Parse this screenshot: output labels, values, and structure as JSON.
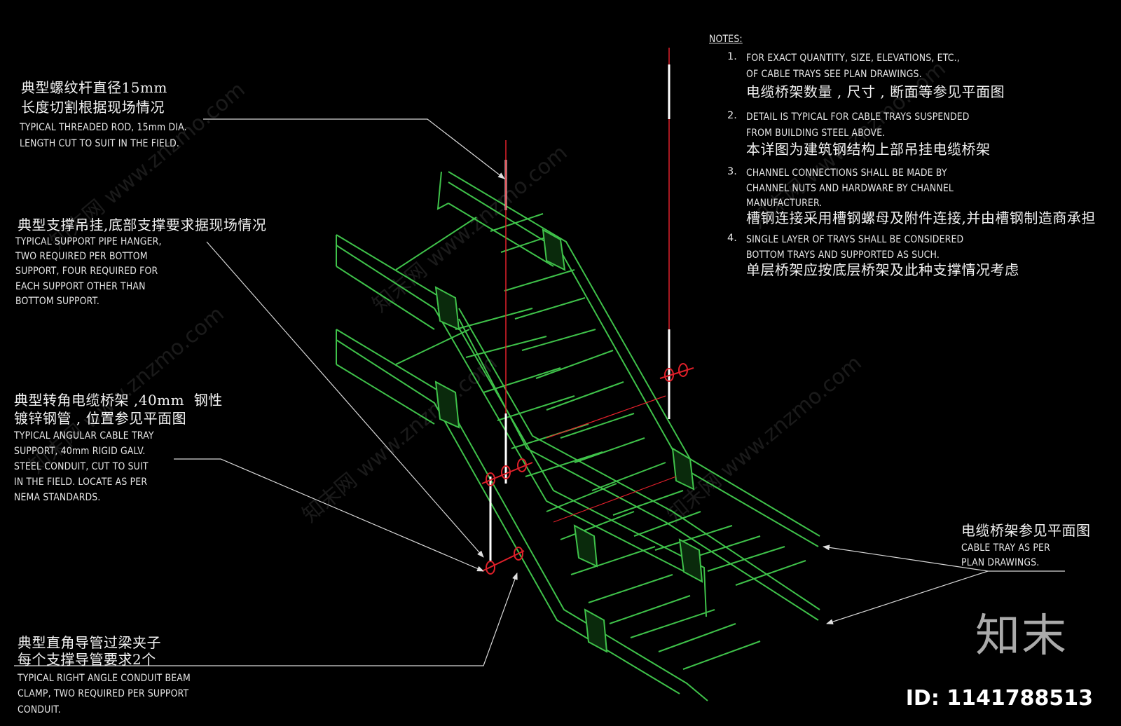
{
  "labels": {
    "rod": {
      "cn": [
        "典型螺纹杆直径15mm",
        "长度切割根据现场情况"
      ],
      "en": [
        "TYPICAL THREADED ROD, 15mm DIA.",
        "LENGTH CUT TO SUIT IN THE FIELD."
      ]
    },
    "hanger": {
      "cn": [
        "典型支撑吊挂,底部支撑要求据现场情况"
      ],
      "en": [
        "TYPICAL SUPPORT PIPE HANGER,",
        "TWO REQUIRED PER BOTTOM",
        "SUPPORT, FOUR REQUIRED FOR",
        "EACH SUPPORT OTHER THAN",
        "BOTTOM SUPPORT."
      ]
    },
    "angular": {
      "cn": [
        "典型转角电缆桥架 ,40mm  钢性",
        "镀锌钢管 , 位置参见平面图"
      ],
      "en": [
        "TYPICAL ANGULAR CABLE TRAY",
        "SUPPORT, 40mm RIGID GALV.",
        "STEEL CONDUIT, CUT TO SUIT",
        "IN THE FIELD. LOCATE AS PER",
        "NEMA STANDARDS."
      ]
    },
    "clamp": {
      "cn": [
        "典型直角导管过梁夹子",
        "每个支撑导管要求2个"
      ],
      "en": [
        "TYPICAL RIGHT ANGLE CONDUIT BEAM",
        "CLAMP, TWO REQUIRED PER SUPPORT",
        "CONDUIT."
      ]
    },
    "tray": {
      "cn": [
        "电缆桥架参见平面图"
      ],
      "en": [
        "CABLE TRAY AS PER",
        "PLAN DRAWINGS."
      ]
    }
  },
  "notes": {
    "heading": "NOTES:",
    "items": [
      {
        "num": "1.",
        "en": [
          "FOR EXACT QUANTITY, SIZE, ELEVATIONS, ETC.,",
          "OF CABLE TRAYS SEE PLAN DRAWINGS."
        ],
        "cn": [
          "电缆桥架数量 , 尺寸 , 断面等参见平面图"
        ]
      },
      {
        "num": "2.",
        "en": [
          "DETAIL IS TYPICAL FOR CABLE TRAYS SUSPENDED",
          "FROM BUILDING STEEL ABOVE."
        ],
        "cn": [
          "本详图为建筑钢结构上部吊挂电缆桥架"
        ]
      },
      {
        "num": "3.",
        "en": [
          "CHANNEL CONNECTIONS SHALL BE MADE BY",
          "CHANNEL NUTS AND HARDWARE BY CHANNEL",
          "MANUFACTURER."
        ],
        "cn": [
          "槽钢连接采用槽钢螺母及附件连接,并由槽钢制造商承担"
        ]
      },
      {
        "num": "4.",
        "en": [
          "SINGLE LAYER OF TRAYS SHALL BE CONSIDERED",
          "BOTTOM TRAYS AND SUPPORTED AS SUCH."
        ],
        "cn": [
          "单层桥架应按底层桥架及此种支撑情况考虑"
        ]
      }
    ]
  },
  "watermark": {
    "text": "知末网 www.znzmo.com",
    "logo": "知末",
    "id": "ID: 1141788513"
  },
  "colors": {
    "tray": "#3fc24a",
    "rod": "#ffffff",
    "conduit": "#e0202a",
    "leader": "#d8d8d8",
    "background": "#000000"
  }
}
